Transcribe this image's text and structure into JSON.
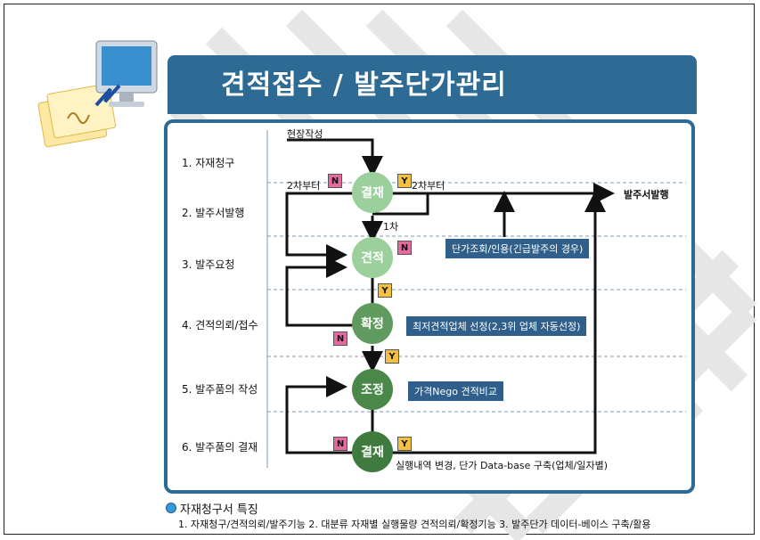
{
  "title": "견적접수 / 발주단가관리",
  "stages": [
    "1. 자재청구",
    "2. 발주서발행",
    "3. 발주요청",
    "4. 견적의뢰/접수",
    "5. 발주품의 작성",
    "6. 발주품의 결재"
  ],
  "nodes": {
    "approve_top": "결재",
    "estimate": "견적",
    "confirm": "확정",
    "adjust": "조정",
    "approve_bottom": "결재"
  },
  "labels": {
    "site_written": "현장작성",
    "second_left": "2차부터",
    "second_right": "2차부터",
    "first": "1차",
    "po_issue": "발주서발행",
    "bottom_note": "실행내역 변경, 단가 Data-base 구축(업체/일자별)"
  },
  "boxes": {
    "price_inquiry": "단가조회/인용(긴급발주의 경우)",
    "lowest_bid": "최저견적업체 선정(2,3위 업체 자동선정)",
    "nego": "가격Nego 견적비교"
  },
  "badges": {
    "n": "N",
    "y": "Y"
  },
  "footer": {
    "title": "자재청구서 특징",
    "items": "1. 자재청구/견적의뢰/발주기능   2. 대분류 자재별 실행물량 견적의뢰/확정기능   3. 발주단가 데이터-베이스 구축/활용"
  },
  "colors": {
    "title_bar": "#2d6b94",
    "node_light": "#9bcf9b",
    "node_dark": "#3f7a3f",
    "box": "#2f5f8a",
    "badge_n": "#e56aa0",
    "badge_y": "#f3c040"
  }
}
